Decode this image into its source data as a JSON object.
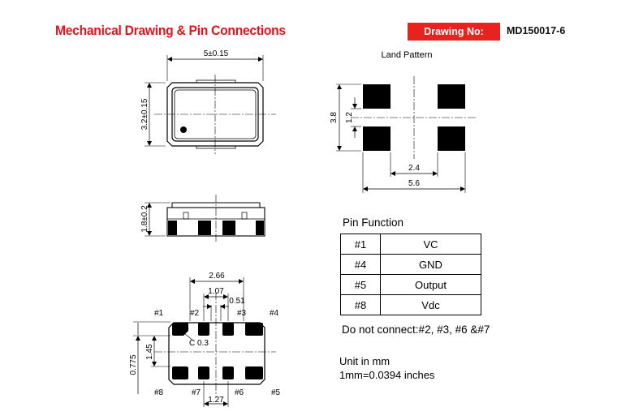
{
  "header": {
    "title": "Mechanical Drawing & Pin Connections",
    "drawing_no_label": "Drawing No:",
    "drawing_no_value": "MD150017-6"
  },
  "top_view": {
    "width_dim": "5±0.15",
    "height_dim": "3.2±0.15"
  },
  "side_view": {
    "height_dim": "1.8±0.2"
  },
  "bottom_view": {
    "dim_a": "2.66",
    "dim_b": "1.07",
    "dim_c": "0.51",
    "dim_d": "1.45",
    "dim_e": "0.775",
    "dim_f": "1.27",
    "chamfer": "C 0.3",
    "pin_labels": {
      "p1": "#1",
      "p2": "#2",
      "p3": "#3",
      "p4": "#4",
      "p5": "#5",
      "p6": "#6",
      "p7": "#7",
      "p8": "#8"
    }
  },
  "land_pattern": {
    "title": "Land Pattern",
    "dim_height": "3.8",
    "dim_pad": "1.2",
    "dim_inner": "2.4",
    "dim_outer": "5.6"
  },
  "pin_function": {
    "title": "Pin Function",
    "rows": [
      {
        "pin": "#1",
        "function": "VC"
      },
      {
        "pin": "#4",
        "function": "GND"
      },
      {
        "pin": "#5",
        "function": "Output"
      },
      {
        "pin": "#8",
        "function": "Vdc"
      }
    ]
  },
  "notes": {
    "no_connect": "Do not connect:#2, #3, #6 &#7",
    "unit": "Unit in mm",
    "conversion": "1mm=0.0394 inches"
  }
}
